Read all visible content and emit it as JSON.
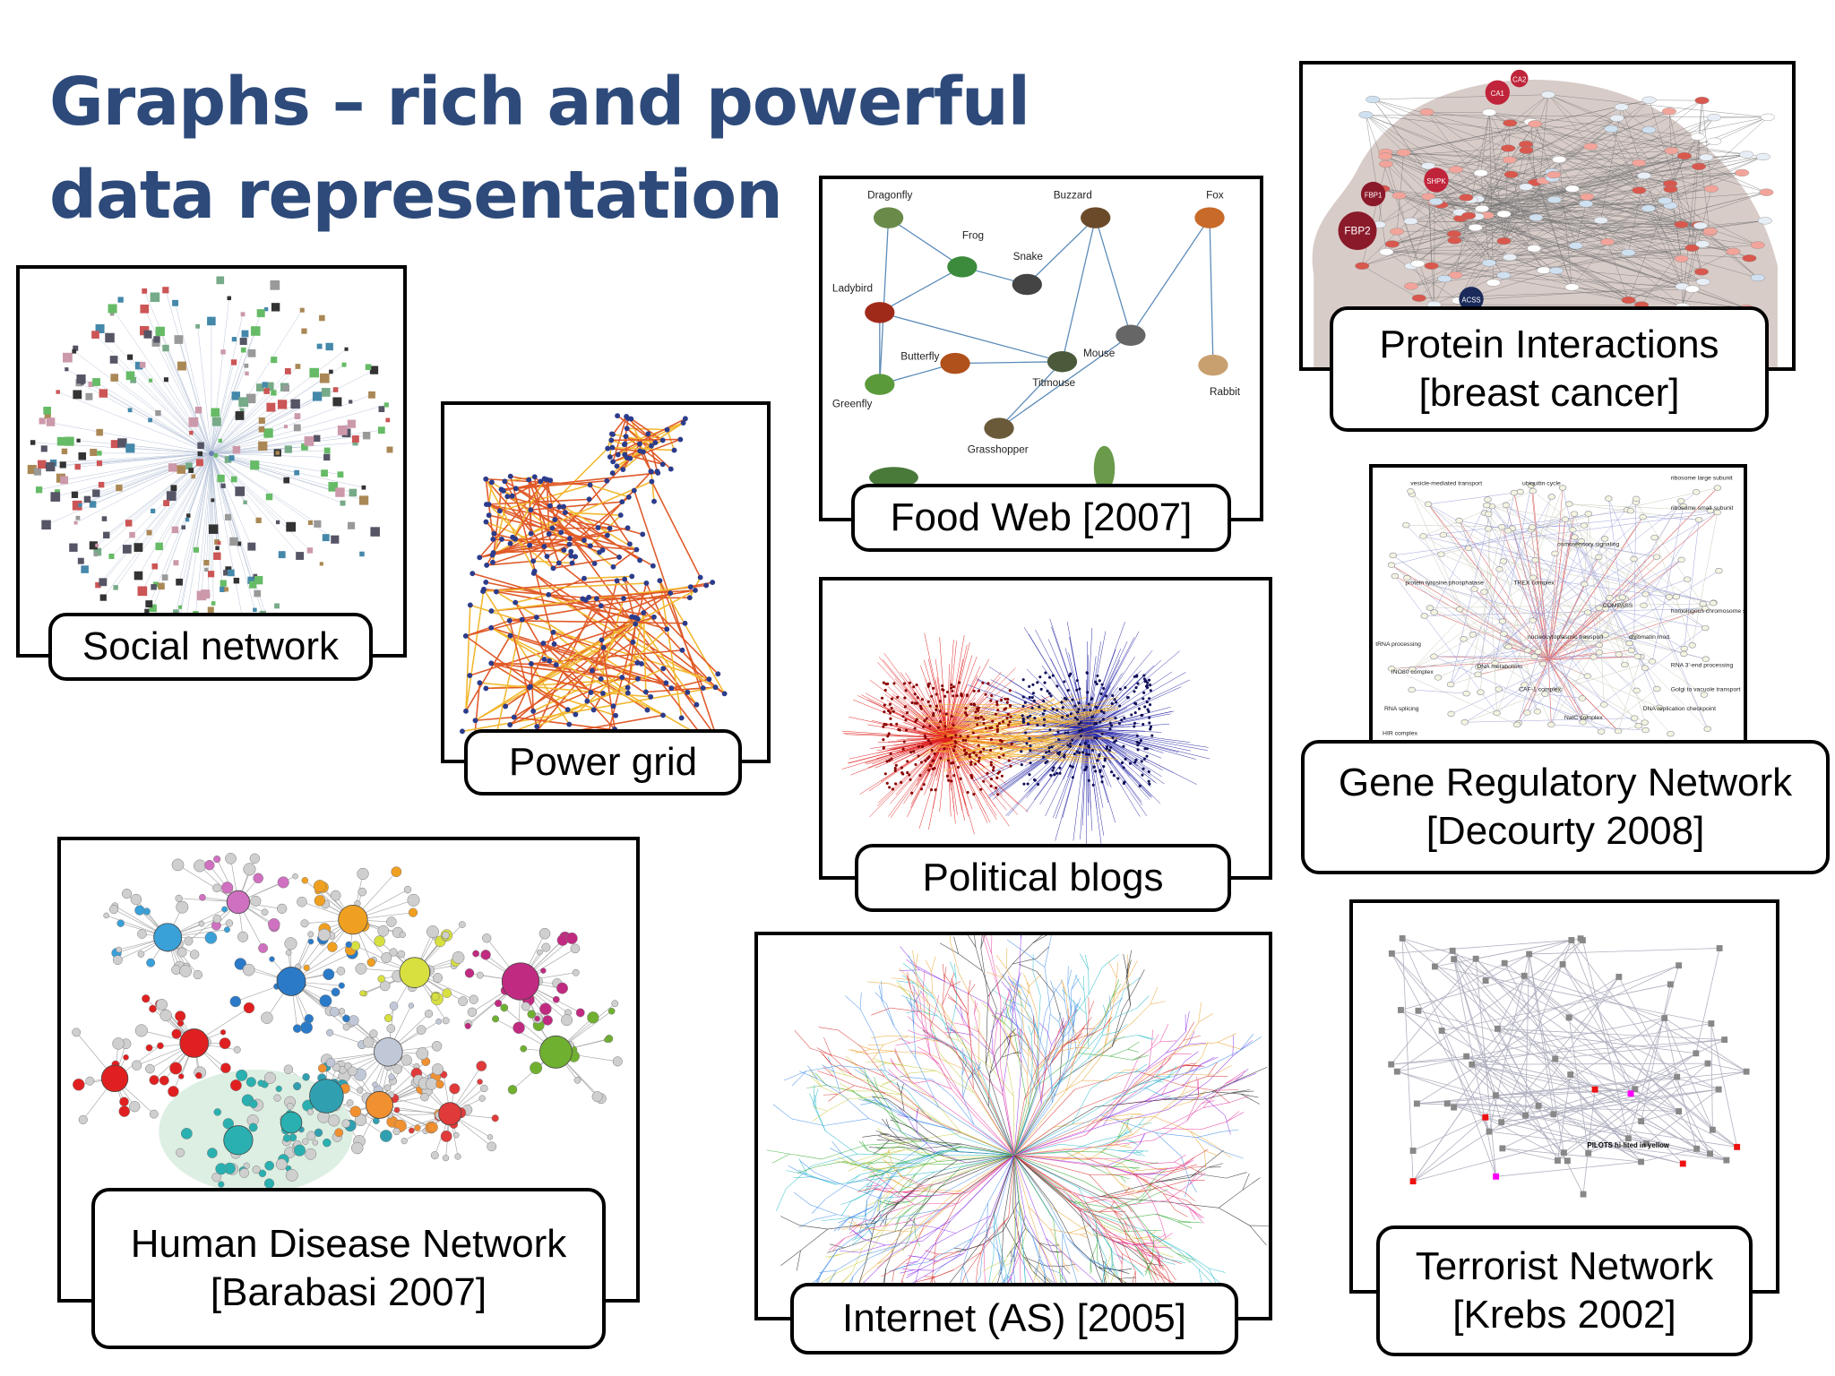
{
  "title": {
    "line1": "Graphs – rich and powerful",
    "line2": "data representation"
  },
  "panels": {
    "social": {
      "caption": "Social network"
    },
    "power": {
      "caption": "Power grid"
    },
    "food": {
      "caption": "Food Web [2007]",
      "labels": [
        "Dragonfly",
        "Buzzard",
        "Fox",
        "Frog",
        "Snake",
        "Ladybird",
        "Butterfly",
        "Mouse",
        "Titmouse",
        "Greenfly",
        "Rabbit",
        "Grasshopper"
      ]
    },
    "protein": {
      "caption_line1": "Protein Interactions",
      "caption_line2": "[breast cancer]",
      "labels": [
        "CA1",
        "CA2",
        "FBP1",
        "FBP2",
        "SHPK",
        "ACSS"
      ]
    },
    "blogs": {
      "caption": "Political blogs"
    },
    "gene": {
      "caption_line1": "Gene Regulatory Network",
      "caption_line2": "[Decourty 2008]",
      "labels": [
        "vesicle-mediated transport",
        "ubiquitin cycle",
        "ribosome large subunit",
        "ribosome small subunit",
        "osmosensory signaling",
        "protein tyrosine phosphatase",
        "TREX complex",
        "COMPASS",
        "homologous chromosome segregation",
        "tRNA processing",
        "nucleocytoplasmic transport",
        "chromatin mod.",
        "INO80 complex",
        "DNA metabolism",
        "RNA 3'-end processing",
        "CAF-1 complex",
        "Golgi to vacuole transport",
        "RNA splicing",
        "DNA replication checkpoint",
        "NatC complex",
        "HIR complex"
      ]
    },
    "disease": {
      "caption_line1": "Human Disease Network",
      "caption_line2": "[Barabasi 2007]"
    },
    "internet": {
      "caption": "Internet (AS) [2005]"
    },
    "terror": {
      "caption_line1": "Terrorist Network",
      "caption_line2": "[Krebs 2002]",
      "annotation": "PILOTS hi-lited in yellow"
    }
  },
  "colors": {
    "title": "#2d4a7a",
    "blog_left": "#e02020",
    "blog_right": "#2a2aa8",
    "power_node": "#2c3c8c",
    "power_edge": "#e05a28",
    "protein_bg": "#d8ccc8",
    "protein_hub": "#8a1a2a",
    "terror_pilot": "#ff00ff"
  }
}
